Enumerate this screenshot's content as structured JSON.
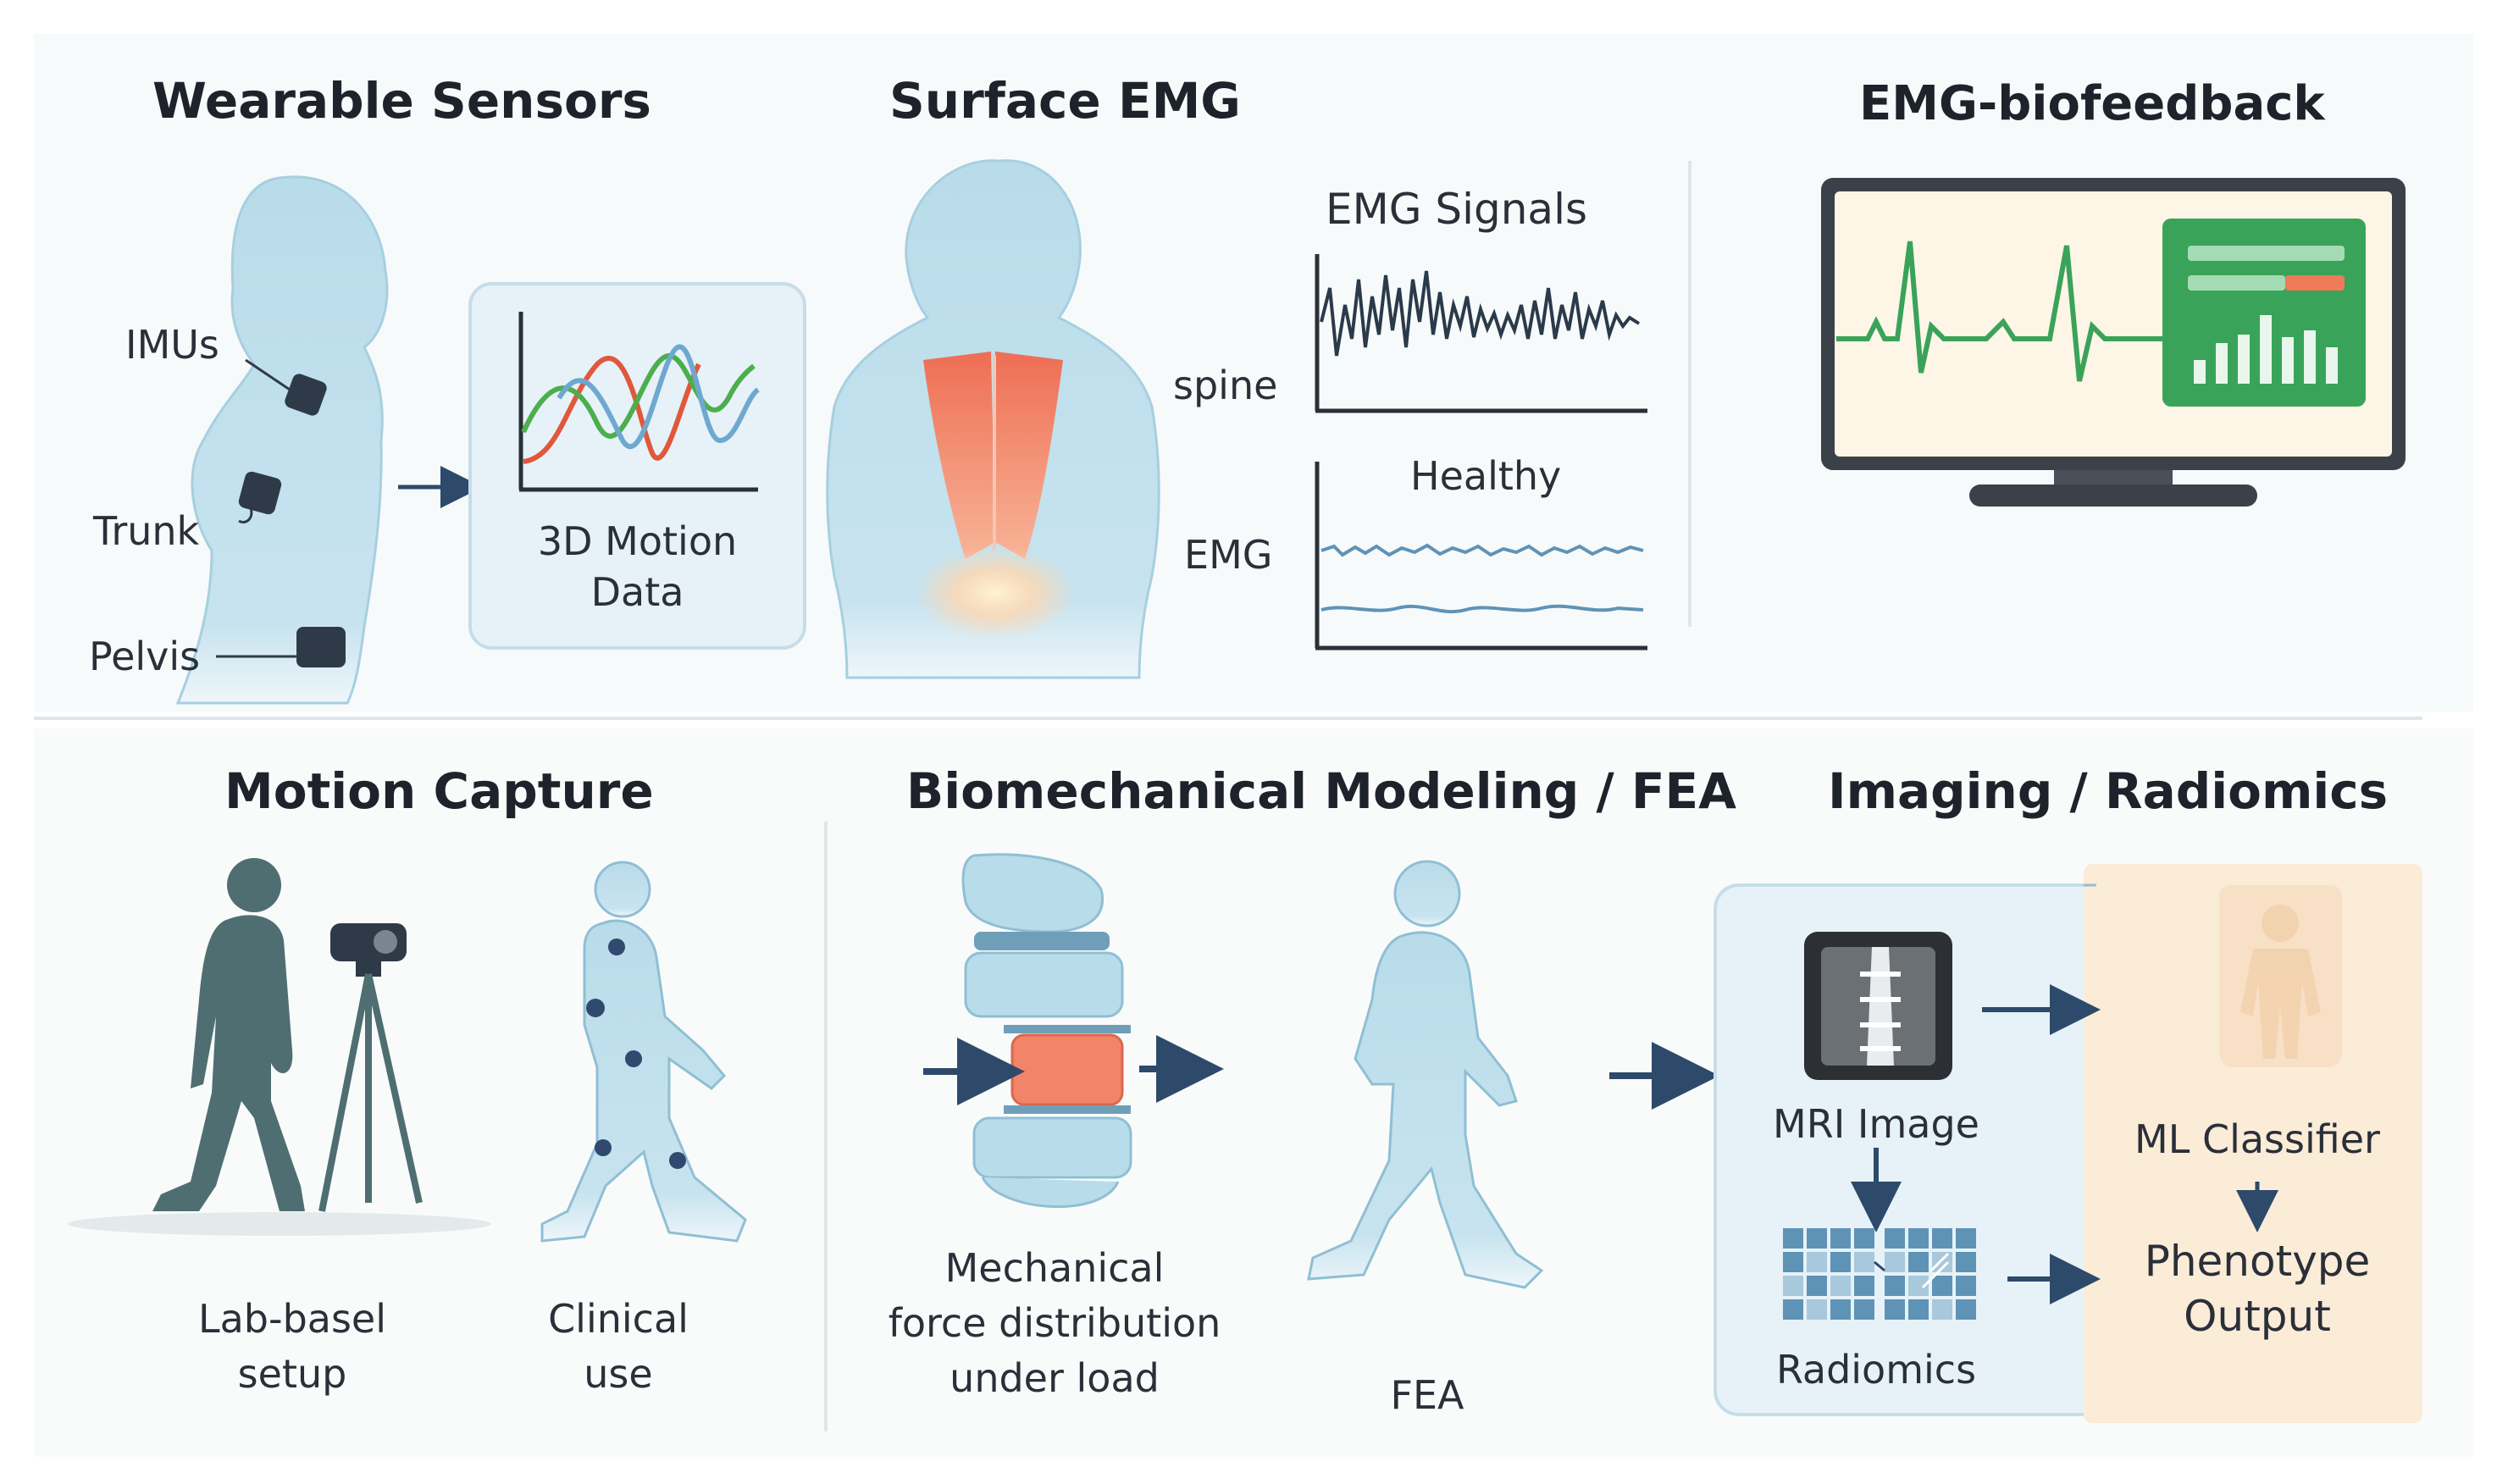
{
  "top": {
    "wearable": {
      "title": "Wearable Sensors",
      "labels": {
        "imus": "IMUs",
        "trunk": "Trunk",
        "pelvis": "Pelvis"
      },
      "plot_caption_line1": "3D Motion",
      "plot_caption_line2": "Data"
    },
    "semg": {
      "title": "Surface EMG",
      "signals_title": "EMG Signals",
      "side_label_1": "spine",
      "healthy_label": "Healthy",
      "side_label_2": "EMG"
    },
    "biofeedback": {
      "title": "EMG-biofeedback"
    }
  },
  "bottom": {
    "motion_capture": {
      "title": "Motion Capture",
      "lab_line1": "Lab-basel",
      "lab_line2": "setup",
      "clinical_line1": "Clinical",
      "clinical_line2": "use"
    },
    "biomech": {
      "title": "Biomechanical Modeling / FEA",
      "caption_line1": "Mechanical",
      "caption_line2": "force distribution",
      "caption_line3": "under load",
      "fea_label": "FEA"
    },
    "imaging": {
      "title": "Imaging / Radiomics",
      "mri_label": "MRI Image",
      "radiomics_label": "Radiomics",
      "classifier_label": "ML Classifier",
      "output_line1": "Phenotype",
      "output_line2": "Output"
    }
  },
  "colors": {
    "body_fill": "#b9dcea",
    "body_stroke": "#8fbfd4",
    "dark_figure": "#4f6e72",
    "sensor": "#2f3a48",
    "muscle": "#f2846a",
    "arrow": "#2d4a6b",
    "ecg_green": "#3aa35a",
    "monitor_screen": "#fdf6e6",
    "monitor_frame": "#3b4148",
    "panel_blue": "#e6f2f8",
    "panel_cream": "#fbecd8",
    "plot_red": "#e0583c",
    "plot_green": "#4cae4c",
    "plot_blue": "#6ea8cf"
  }
}
